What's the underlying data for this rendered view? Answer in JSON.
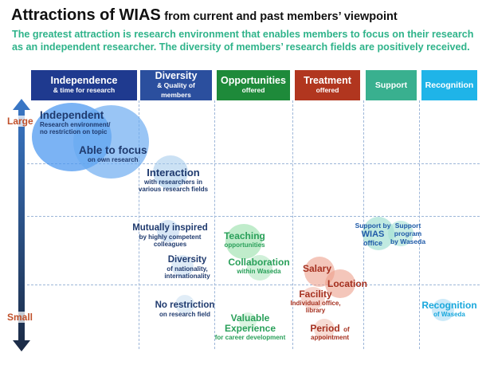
{
  "title": {
    "main": "Attractions of WIAS",
    "rest": "from current and past members’ viewpoint"
  },
  "subtitle": "The greatest attraction is research environment that enables members to focus on their research as an independent researcher. The diversity of members’ research fields are positively received.",
  "columns": [
    {
      "l1": "Independence",
      "l2": "& time for research",
      "color": "#1f3a8f"
    },
    {
      "l1": "Diversity",
      "l2": "& Quality of members",
      "color": "#2b4f9e"
    },
    {
      "l1": "Opportunities",
      "l2": "offered",
      "color": "#1e8a3a"
    },
    {
      "l1": "Treatment",
      "l2": "offered",
      "color": "#b1361f"
    },
    {
      "l1": "Support",
      "l2": "",
      "color": "#39b08f"
    },
    {
      "l1": "Recognition",
      "l2": "",
      "color": "#1fb4e8"
    }
  ],
  "axis": {
    "large": "Large",
    "small": "Small"
  },
  "items": {
    "independent": {
      "main": "Independent",
      "sub1": "Research environment/",
      "sub2": "no restriction on topic"
    },
    "focus": {
      "main": "Able to focus",
      "sub": "on own research"
    },
    "interaction": {
      "main": "Interaction",
      "sub1": "with researchers in",
      "sub2": "various research fields"
    },
    "mutual": {
      "main": "Mutually inspired",
      "sub1": "by highly competent",
      "sub2": "colleagues"
    },
    "diversity": {
      "main": "Diversity",
      "sub1": "of nationality,",
      "sub2": "internationality"
    },
    "norestriction": {
      "main": "No restriction",
      "sub": "on research field"
    },
    "teaching": {
      "main": "Teaching",
      "sub": "opportunities"
    },
    "collaboration": {
      "main": "Collaboration",
      "sub": "within Waseda"
    },
    "valuable": {
      "main1": "Valuable",
      "main2": "Experience",
      "sub": "for career development"
    },
    "salary": {
      "main": "Salary"
    },
    "location": {
      "main": "Location"
    },
    "facility": {
      "main": "Facility",
      "sub1": "Individual office,",
      "sub2": "library"
    },
    "period": {
      "main": "Period",
      "of": "of",
      "sub": "appointment"
    },
    "support_office": {
      "l1": "Support by",
      "l2": "WIAS",
      "l3": "office"
    },
    "support_program": {
      "l1": "Support",
      "l2": "program",
      "l3": "by Waseda"
    },
    "recognition": {
      "main": "Recognition",
      "sub": "of Waseda"
    }
  },
  "colors": {
    "navy": "#1f3a6e",
    "green": "#2aa05a",
    "red": "#a5301f",
    "cyan": "#1aa8dc",
    "arrow_top": "#3a78c8",
    "arrow_bottom": "#1b2a44"
  }
}
